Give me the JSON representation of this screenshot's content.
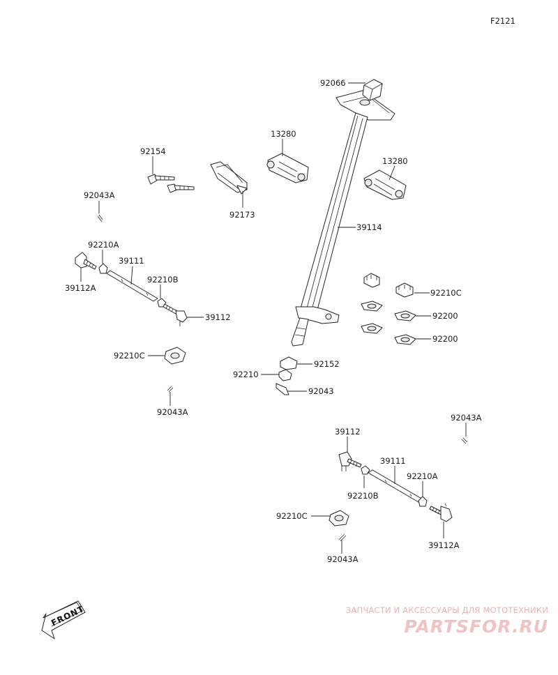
{
  "diagram_code": "F2121",
  "front_badge": "FRONT",
  "watermark": {
    "caption": "ЗАПЧАСТИ И АКСЕССУАРЫ ДЛЯ МОТОТЕХНИКИ",
    "brand": "PARTSFOR.RU"
  },
  "callouts": {
    "c92066": "92066",
    "c13280a": "13280",
    "c13280b": "13280",
    "c92154": "92154",
    "c92173": "92173",
    "c92043a_1": "92043A",
    "c39114": "39114",
    "c92210a_1": "92210A",
    "c39111_1": "39111",
    "c39112a_1": "39112A",
    "c92210b_1": "92210B",
    "c39112_1": "39112",
    "c92210c_1": "92210C",
    "c92200_1": "92200",
    "c92200_2": "92200",
    "c92210c_2": "92210C",
    "c92043a_2": "92043A",
    "c92152": "92152",
    "c92210": "92210",
    "c92043": "92043",
    "c92043a_3": "92043A",
    "c39112_2": "39112",
    "c39111_2": "39111",
    "c92210a_2": "92210A",
    "c92210b_2": "92210B",
    "c92210c_3": "92210C",
    "c39112a_2": "39112A",
    "c92043a_4": "92043A"
  }
}
